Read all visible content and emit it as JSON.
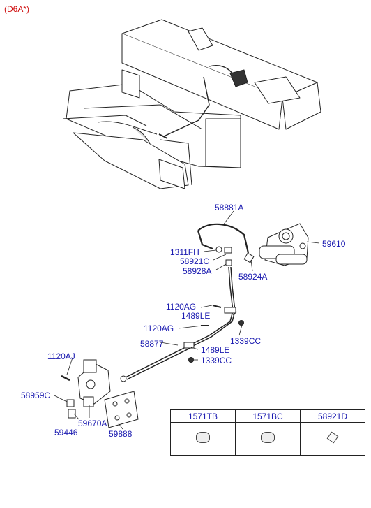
{
  "variant": "(D6A*)",
  "parts": {
    "p58881A": "58881A",
    "p1311FH": "1311FH",
    "p58921C": "58921C",
    "p58928A": "58928A",
    "p58924A": "58924A",
    "p59610": "59610",
    "p1120AG_a": "1120AG",
    "p1489LE_a": "1489LE",
    "p1120AG_b": "1120AG",
    "p1339CC_a": "1339CC",
    "p58877": "58877",
    "p1489LE_b": "1489LE",
    "p1339CC_b": "1339CC",
    "p1120AJ": "1120AJ",
    "p58959C": "58959C",
    "p59670A": "59670A",
    "p59446": "59446",
    "p59888": "59888"
  },
  "legend": {
    "headers": [
      "1571TB",
      "1571BC",
      "58921D"
    ],
    "icons": [
      "cap-icon",
      "cap-icon",
      "clip-icon"
    ]
  }
}
